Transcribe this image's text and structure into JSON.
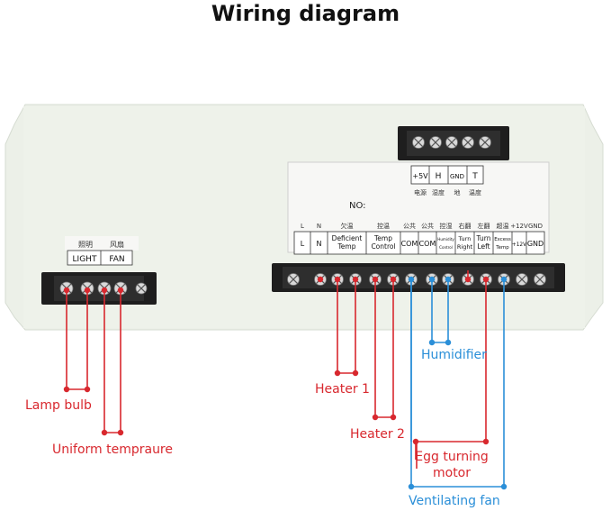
{
  "title": "Wiring diagram",
  "colors": {
    "red": "#d8282e",
    "blue": "#2b8fd8",
    "panel": "#ecf0e8"
  },
  "left_block": {
    "cn_light": "照明",
    "cn_fan": "风扇",
    "light": "LIGHT",
    "fan": "FAN"
  },
  "top_block": {
    "labels": [
      "+5V",
      "H",
      "GND",
      "T"
    ],
    "cn": [
      "电源",
      "湿度",
      "地",
      "温度"
    ]
  },
  "panel": {
    "no_label": "NO:",
    "cn_top": [
      "L",
      "N",
      "欠温",
      "控温",
      "公共",
      "公共",
      "控湿",
      "右翻",
      "左翻",
      "超温",
      "+12V",
      "GND"
    ],
    "labels": [
      "L",
      "N",
      "Deficient Temp",
      "Temp Control",
      "COM",
      "COM",
      "Humidity Control",
      "Turn Right",
      "Turn Left",
      "Excess Temp",
      "+12V",
      "GND"
    ]
  },
  "callouts": {
    "lamp_bulb": "Lamp bulb",
    "uniform": "Uniform tempraure",
    "heater1": "Heater 1",
    "heater2": "Heater 2",
    "humidifier": "Humidifier",
    "egg_turning_1": "Egg turning",
    "egg_turning_2": "motor",
    "ventilating_fan": "Ventilating fan"
  }
}
